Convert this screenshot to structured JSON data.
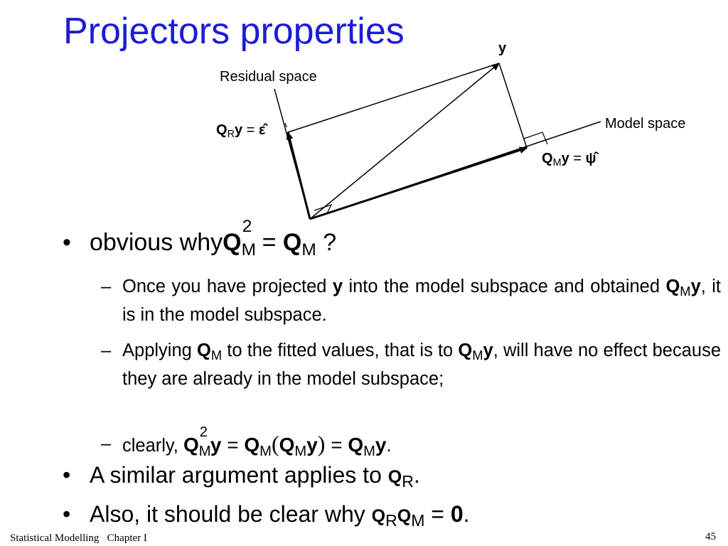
{
  "title": "Projectors properties",
  "diagram": {
    "label_y": "y",
    "label_residual_space": "Residual space",
    "label_model_space": "Model space",
    "residual_eq": {
      "Q": "Q",
      "sub": "R",
      "y": "y",
      "eq": "=",
      "rhs": "ε̂"
    },
    "model_eq": {
      "Q": "Q",
      "sub": "M",
      "y": "y",
      "eq": "=",
      "rhs": "ψ̂"
    }
  },
  "bullets": {
    "b1": {
      "bullet": "•",
      "text": "obvious why",
      "Q1": "Q",
      "sup": "2",
      "sub1": "M",
      "eq": "=",
      "Q2": "Q",
      "sub2": "M",
      "end": "?"
    },
    "s1": {
      "dash": "–",
      "t1": "Once you have projected ",
      "y1": "y",
      "t2": " into the model subspace and obtained ",
      "Q": "Q",
      "sub": "M",
      "y2": "y",
      "t3": ", it is in the model subspace."
    },
    "s2": {
      "dash": "–",
      "t1": "Applying ",
      "Q1": "Q",
      "sub1": "M",
      "t2": " to the fitted values, that is to ",
      "Q2": "Q",
      "sub2": "M",
      "y": "y",
      "t3": ", will have no effect because they are already in the model subspace;"
    },
    "s3": {
      "dash": "–",
      "t1": "clearly, ",
      "m": "Q",
      "m_sup": "2",
      "m_sub": "M",
      "m_y": "y",
      "eq1": "=",
      "Q2": "Q",
      "sub2": "M",
      "lp": "(",
      "Q3": "Q",
      "sub3": "M",
      "y2": "y",
      "rp": ")",
      "eq2": "=",
      "Q4": "Q",
      "sub4": "M",
      "y3": "y",
      "end": "."
    },
    "b2": {
      "bullet": "•",
      "t1": "A similar argument applies to ",
      "Q": "Q",
      "sub": "R",
      "end": "."
    },
    "b3": {
      "bullet": "•",
      "t1": "Also, it should be clear why ",
      "Q1": "Q",
      "sub1": "R",
      "Q2": "Q",
      "sub2": "M",
      "eq": "=",
      "zero": "0",
      "end": "."
    }
  },
  "footer": {
    "left": "Statistical Modelling   Chapter I",
    "page": "45"
  },
  "colors": {
    "title": "#1c1cd6",
    "text": "#000000",
    "background": "#ffffff"
  }
}
